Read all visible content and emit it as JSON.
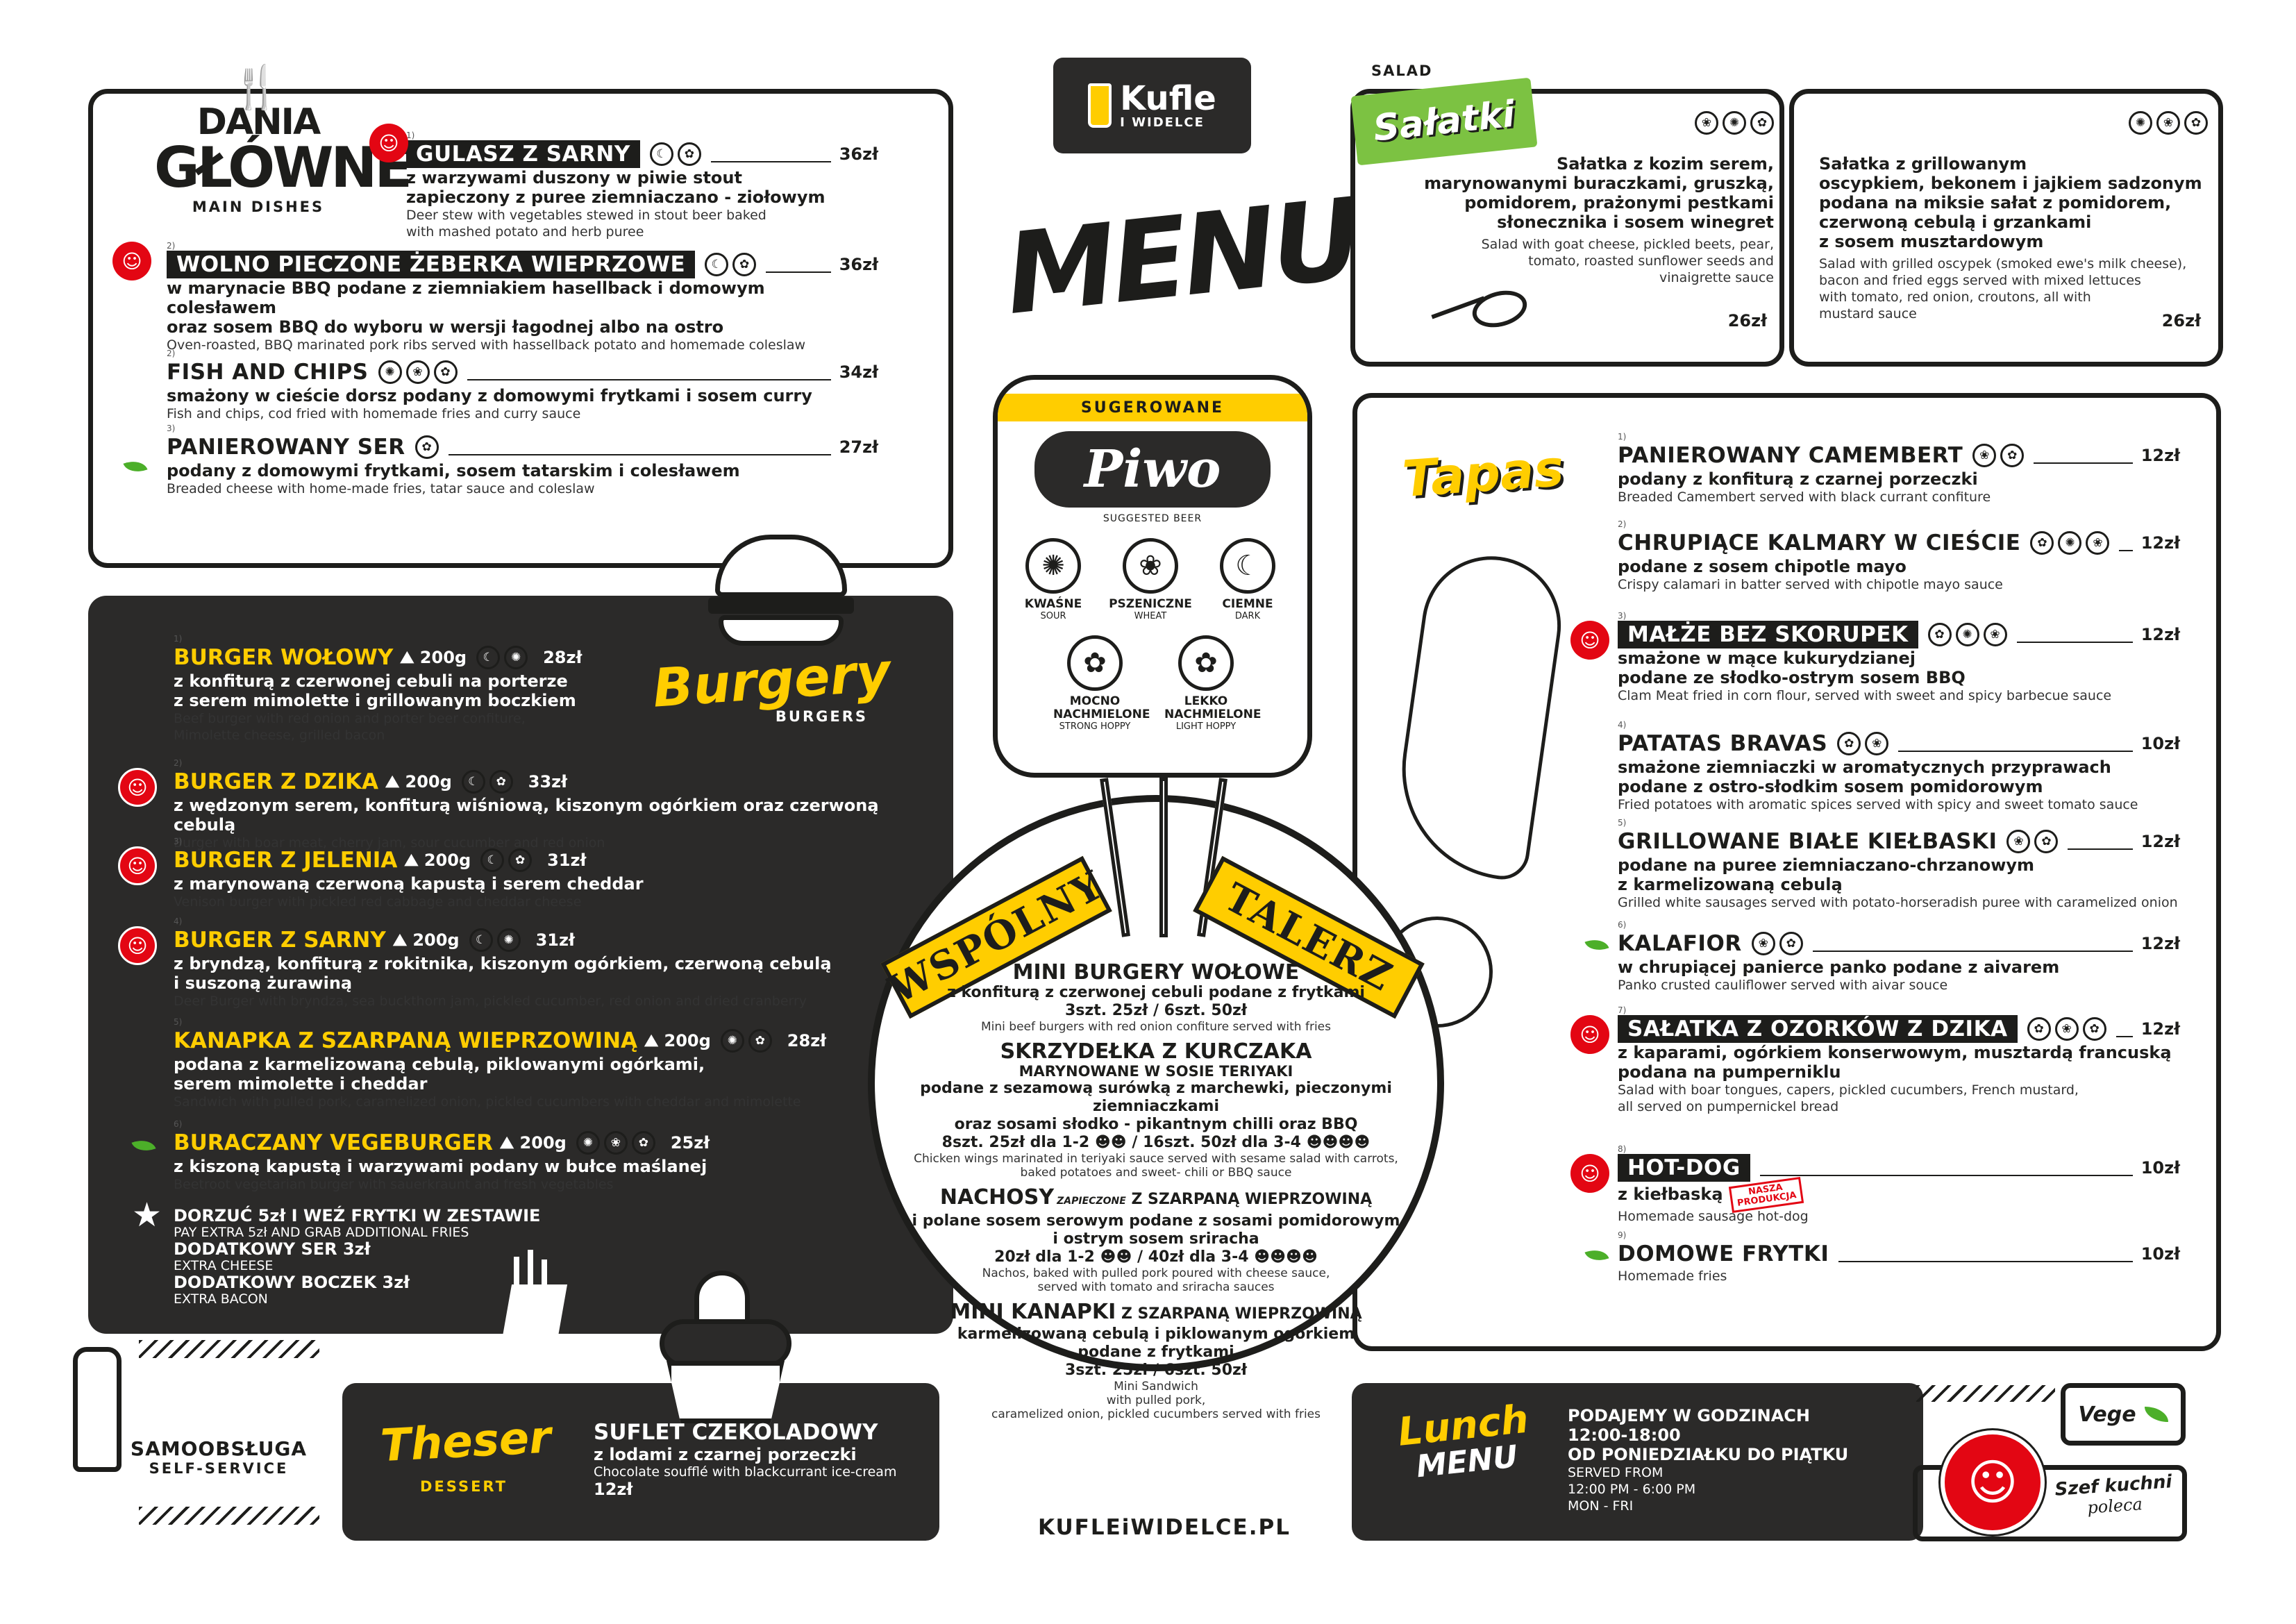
{
  "brand": {
    "logo_text": "Kufle",
    "logo_sub": "I WIDELCE",
    "menu_word": "MENU",
    "website": "KUFLEiWIDELCE.PL"
  },
  "main": {
    "heading_l1": "DANIA",
    "heading_l2": "GŁÓWNE",
    "heading_en": "MAIN DISHES",
    "items": [
      {
        "n": "1)",
        "name": "GULASZ Z SARNY",
        "icons": [
          "☾",
          "✿"
        ],
        "price": "36zł",
        "pl": "z warzywami duszony w piwie stout\nzapieczony z puree ziemniaczano - ziołowym",
        "en": "Deer stew with vegetables stewed in stout beer baked\nwith mashed potato and herb puree"
      },
      {
        "n": "2)",
        "name": "WOLNO PIECZONE ŻEBERKA WIEPRZOWE",
        "icons": [
          "☾",
          "✿"
        ],
        "price": "36zł",
        "pl": "w marynacie BBQ podane z ziemniakiem hasellback i domowym colesławem\noraz sosem BBQ do wyboru w wersji łagodnej albo na ostro",
        "en": "Oven-roasted, BBQ marinated pork ribs served with hassellback potato and homemade coleslaw"
      },
      {
        "n": "2)",
        "name": "FISH AND CHIPS",
        "icons": [
          "✺",
          "❀",
          "✿"
        ],
        "price": "34zł",
        "pl": "smażony w cieście dorsz podany z domowymi frytkami i sosem curry",
        "en": "Fish and chips, cod fried with homemade fries and curry sauce"
      },
      {
        "n": "3)",
        "name": "PANIEROWANY SER",
        "icons": [
          "✿"
        ],
        "price": "27zł",
        "pl": "podany z domowymi frytkami, sosem tatarskim i colesławem",
        "en": "Breaded cheese with home-made fries, tatar sauce and coleslaw"
      }
    ]
  },
  "salad": {
    "tag": "SALAD",
    "heading": "Sałatki",
    "items": [
      {
        "icons": [
          "❀",
          "✺",
          "✿"
        ],
        "price": "26zł",
        "pl": "Sałatka z kozim serem,\nmarynowanymi buraczkami, gruszką,\npomidorem, prażonymi pestkami\nsłonecznika i sosem winegret",
        "en": "Salad with goat cheese, pickled beets, pear,\ntomato, roasted sunflower seeds and\nvinaigrette sauce"
      },
      {
        "icons": [
          "✺",
          "❀",
          "✿"
        ],
        "price": "26zł",
        "pl": "Sałatka z grillowanym\noscypkiem, bekonem i jajkiem sadzonym\npodana na miksie sałat z pomidorem,\nczerwoną cebulą i grzankami\nz sosem musztardowym",
        "en": "Salad with grilled oscypek (smoked ewe's milk cheese),\nbacon and fried eggs served with mixed lettuces\nwith tomato, red onion, croutons, all with\nmustard sauce"
      }
    ]
  },
  "beer": {
    "banner": "SUGEROWANE",
    "title": "Piwo",
    "sub": "SUGGESTED BEER",
    "types": [
      {
        "pl": "KWAŚNE",
        "en": "SOUR",
        "icon": "✺"
      },
      {
        "pl": "PSZENICZNE",
        "en": "WHEAT",
        "icon": "❀"
      },
      {
        "pl": "CIEMNE",
        "en": "DARK",
        "icon": "☾"
      },
      {
        "pl": "MOCNO\nNACHMIELONE",
        "en": "STRONG HOPPY",
        "icon": "✿"
      },
      {
        "pl": "LEKKO\nNACHMIELONE",
        "en": "LIGHT HOPPY",
        "icon": "✿"
      }
    ]
  },
  "tapas": {
    "heading": "Tapas",
    "items": [
      {
        "n": "1)",
        "name": "PANIEROWANY CAMEMBERT",
        "icons": [
          "❀",
          "✿"
        ],
        "price": "12zł",
        "pl": "podany z konfiturą z czarnej porzeczki",
        "en": "Breaded Camembert served with black currant confiture"
      },
      {
        "n": "2)",
        "name": "CHRUPIĄCE KALMARY W CIEŚCIE",
        "icons": [
          "✿",
          "✺",
          "❀"
        ],
        "price": "12zł",
        "pl": "podane z sosem chipotle mayo",
        "en": "Crispy calamari in batter served with chipotle mayo sauce"
      },
      {
        "n": "3)",
        "name": "MAŁŻE BEZ SKORUPEK",
        "icons": [
          "✿",
          "✺",
          "❀"
        ],
        "price": "12zł",
        "pl": "smażone w mące kukurydzianej\npodane ze słodko-ostrym sosem BBQ",
        "en": "Clam Meat fried in corn flour, served with sweet and spicy barbecue sauce"
      },
      {
        "n": "4)",
        "name": "PATATAS BRAVAS",
        "icons": [
          "✿",
          "❀"
        ],
        "price": "10zł",
        "pl": "smażone ziemniaczki w aromatycznych przyprawach\npodane z ostro-słodkim sosem pomidorowym",
        "en": "Fried potatoes with aromatic spices served with spicy and sweet tomato sauce"
      },
      {
        "n": "5)",
        "name": "GRILLOWANE BIAŁE KIEŁBASKI",
        "icons": [
          "❀",
          "✿"
        ],
        "price": "12zł",
        "pl": "podane na puree ziemniaczano-chrzanowym\nz karmelizowaną cebulą",
        "en": "Grilled white sausages served with potato-horseradish puree with caramelized onion"
      },
      {
        "n": "6)",
        "name": "KALAFIOR",
        "icons": [
          "❀",
          "✿"
        ],
        "price": "12zł",
        "pl": "w chrupiącej panierce panko podane z aivarem",
        "en": "Panko crusted cauliflower served with aivar souce"
      },
      {
        "n": "7)",
        "name": "SAŁATKA Z OZORKÓW Z DZIKA",
        "icons": [
          "✿",
          "❀",
          "✿"
        ],
        "price": "12zł",
        "pl": "z kaparami, ogórkiem konserwowym, musztardą francuską\npodana na pumperniklu",
        "en": "Salad with boar tongues, capers, pickled cucumbers, French mustard,\nall served on pumpernickel bread"
      },
      {
        "n": "8)",
        "name": "HOT-DOG",
        "icons": [],
        "price": "10zł",
        "pl": "z kiełbaską",
        "badge": "NASZA\nPRODUKCJA",
        "en": "Homemade sausage hot-dog"
      },
      {
        "n": "9)",
        "name": "DOMOWE FRYTKI",
        "icons": [],
        "price": "10zł",
        "pl": "",
        "en": "Homemade fries"
      }
    ]
  },
  "burgers": {
    "heading": "Burgery",
    "heading_en": "BURGERS",
    "items": [
      {
        "n": "1)",
        "name": "BURGER WOŁOWY",
        "weight": "200g",
        "icons": [
          "☾",
          "✺"
        ],
        "price": "28zł",
        "pl": "z konfiturą z czerwonej cebuli na porterze\nz serem mimolette i grillowanym boczkiem",
        "en": "Beef burger with red onion and porter beer confiture,\nMimolette cheese, grilled bacon"
      },
      {
        "n": "2)",
        "name": "BURGER Z DZIKA",
        "weight": "200g",
        "icons": [
          "☾",
          "✿"
        ],
        "price": "33zł",
        "pl": "z wędzonym serem, konfiturą wiśniową, kiszonym ogórkiem oraz czerwoną cebulą",
        "en": "Burger with boar meat, cherry jam, sour cucumber and red onion"
      },
      {
        "n": "3)",
        "name": "BURGER Z JELENIA",
        "weight": "200g",
        "icons": [
          "☾",
          "✿"
        ],
        "price": "31zł",
        "pl": "z marynowaną czerwoną kapustą i serem cheddar",
        "en": "Venison burger with pickled red cabbage and cheddar cheese"
      },
      {
        "n": "4)",
        "name": "BURGER Z SARNY",
        "weight": "200g",
        "icons": [
          "☾",
          "✺"
        ],
        "price": "31zł",
        "pl": "z bryndzą, konfiturą z rokitnika, kiszonym ogórkiem, czerwoną cebulą\ni suszoną żurawiną",
        "en": "Deer Burger with bryndza, sea buckthorn jam, pickled cucumber, red onion and dried cranberry"
      },
      {
        "n": "5)",
        "name": "KANAPKA Z SZARPANĄ WIEPRZOWINĄ",
        "weight": "200g",
        "icons": [
          "✺",
          "✿"
        ],
        "price": "28zł",
        "pl": "podana z karmelizowaną cebulą, piklowanymi ogórkami,\nserem mimolette i cheddar",
        "en": "Sandwich with pulled pork, caramelized onion, pickled cucumbers with cheddar and mimolette"
      },
      {
        "n": "6)",
        "name": "BURACZANY VEGEBURGER",
        "weight": "200g",
        "icons": [
          "✺",
          "❀",
          "✿"
        ],
        "price": "25zł",
        "pl": "z kiszoną kapustą i warzywami podany w bułce maślanej",
        "en": "Beetroot vegetarian burger with sauerkraunt and fresh vegetables"
      }
    ],
    "extras": [
      {
        "pl": "DORZUĆ 5zł I WEŹ FRYTKI W ZESTAWIE",
        "en": "PAY EXTRA 5zł AND GRAB ADDITIONAL FRIES"
      },
      {
        "pl": "DODATKOWY SER 3zł",
        "en": "EXTRA CHEESE"
      },
      {
        "pl": "DODATKOWY BOCZEK 3zł",
        "en": "EXTRA BACON"
      }
    ]
  },
  "platter": {
    "heading_a": "WSPÓLNY",
    "heading_b": "TALERZ",
    "items": [
      {
        "name": "MINI BURGERY WOŁOWE",
        "pl": "z konfiturą z czerwonej cebuli podane z frytkami",
        "price": "3szt. 25zł / 6szt. 50zł",
        "en": "Mini beef burgers with red onion confiture served with fries"
      },
      {
        "name": "SKRZYDEŁKA Z KURCZAKA",
        "sub": "MARYNOWANE W SOSIE TERIYAKI",
        "pl": "podane z sezamową surówką z marchewki, pieczonymi ziemniaczkami\noraz sosami słodko - pikantnym chilli oraz BBQ",
        "price": "8szt. 25zł dla 1-2 ☻☻ / 16szt. 50zł dla 3-4 ☻☻☻☻",
        "en": "Chicken wings marinated in teriyaki sauce served with sesame salad with carrots,\nbaked potatoes and sweet- chili or BBQ sauce"
      },
      {
        "name": "NACHOSY",
        "tag": "ZAPIECZONE",
        "sub": "Z SZARPANĄ WIEPRZOWINĄ",
        "pl": "i polane sosem serowym podane z sosami pomidorowym\ni ostrym sosem sriracha",
        "price": "20zł dla 1-2 ☻☻ / 40zł dla 3-4 ☻☻☻☻",
        "en": "Nachos, baked with pulled pork poured with cheese sauce,\nserved with tomato and sriracha sauces"
      },
      {
        "name": "MINI KANAPKI",
        "sub": "Z SZARPANĄ WIEPRZOWINĄ",
        "pl": "karmelizowaną cebulą i piklowanym ogórkiem\npodane z frytkami",
        "price": "3szt. 25zł / 6szt. 50zł",
        "en": "Mini Sandwich\nwith pulled pork,\ncaramelized onion, pickled cucumbers served with fries"
      }
    ]
  },
  "dessert": {
    "heading": "Theser",
    "heading_en": "DESSERT",
    "name": "SUFLET CZEKOLADOWY",
    "pl": "z lodami z czarnej porzeczki",
    "en": "Chocolate soufflé with blackcurrant ice-cream",
    "price": "12zł"
  },
  "self": {
    "pl": "SAMOOBSŁUGA",
    "en": "SELF-SERVICE"
  },
  "lunch": {
    "heading_a": "Lunch",
    "heading_b": "MENU",
    "pl1": "PODAJEMY W GODZINACH",
    "pl2": "12:00-18:00",
    "pl3": "OD PONIEDZIAŁKU DO PIĄTKU",
    "en1": "SERVED FROM",
    "en2": "12:00 PM - 6:00 PM",
    "en3": "MON - FRI"
  },
  "legend": {
    "vege": "Vege",
    "chef_a": "Szef kuchni",
    "chef_b": "poleca"
  },
  "colors": {
    "yellow": "#ffcd00",
    "dark": "#2b2a29",
    "red": "#e30613",
    "green": "#4caf29"
  }
}
